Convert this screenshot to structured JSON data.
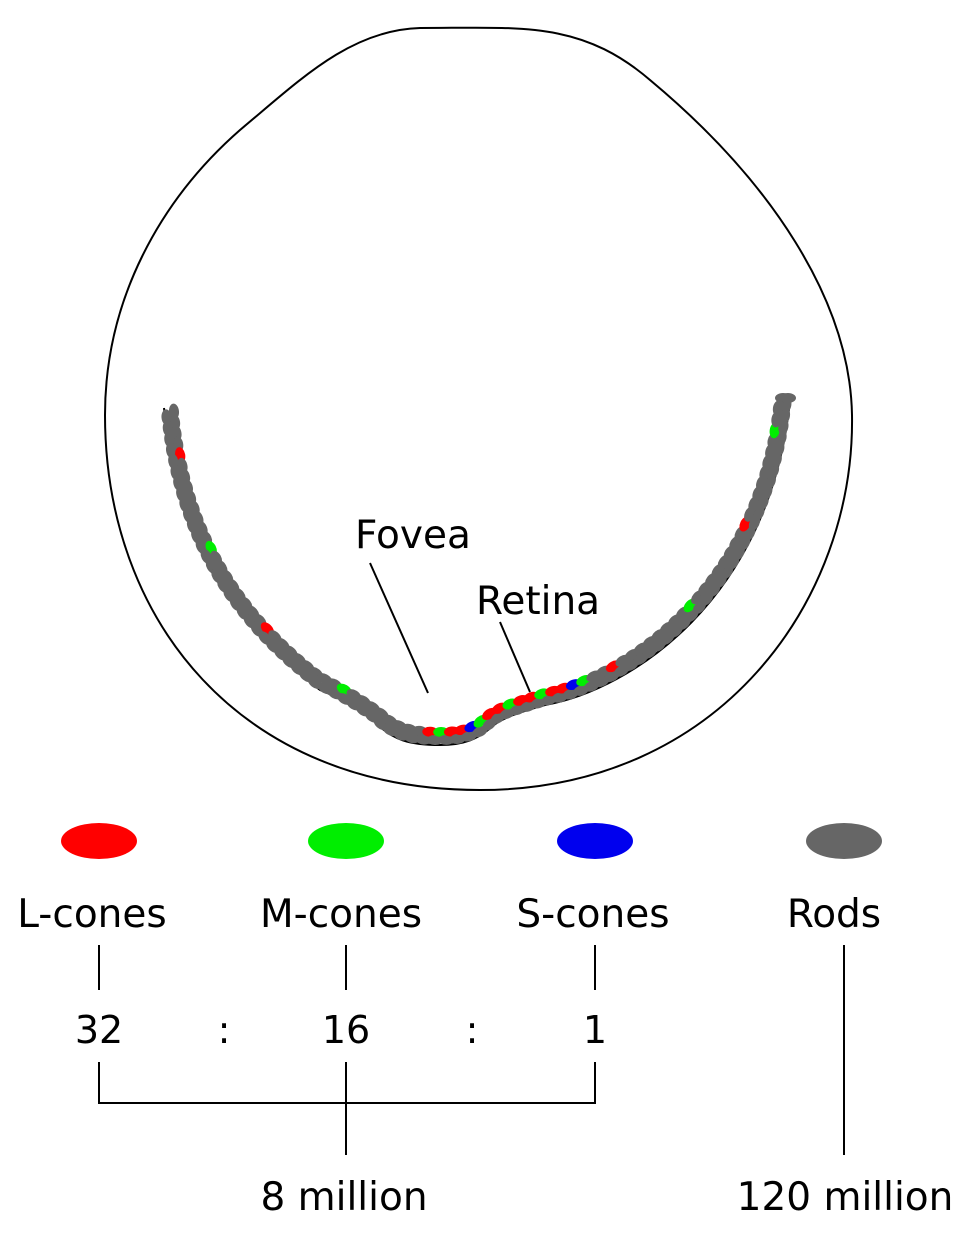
{
  "labels": {
    "fovea": "Fovea",
    "retina": "Retina"
  },
  "legend": [
    {
      "key": "l",
      "color": "#ff0000",
      "label": "L-cones",
      "ratio": "32"
    },
    {
      "key": "m",
      "color": "#00ee00",
      "label": "M-cones",
      "ratio": "16"
    },
    {
      "key": "s",
      "color": "#0000ee",
      "label": "S-cones",
      "ratio": "1"
    },
    {
      "key": "rod",
      "color": "#666666",
      "label": "Rods"
    }
  ],
  "ratio_separator": ":",
  "totals": {
    "cones": "8 million",
    "rods": "120 million"
  },
  "colors": {
    "outline": "#000000",
    "rod": "#666666",
    "l_cone": "#ff0000",
    "m_cone": "#00ee00",
    "s_cone": "#0000ee"
  }
}
